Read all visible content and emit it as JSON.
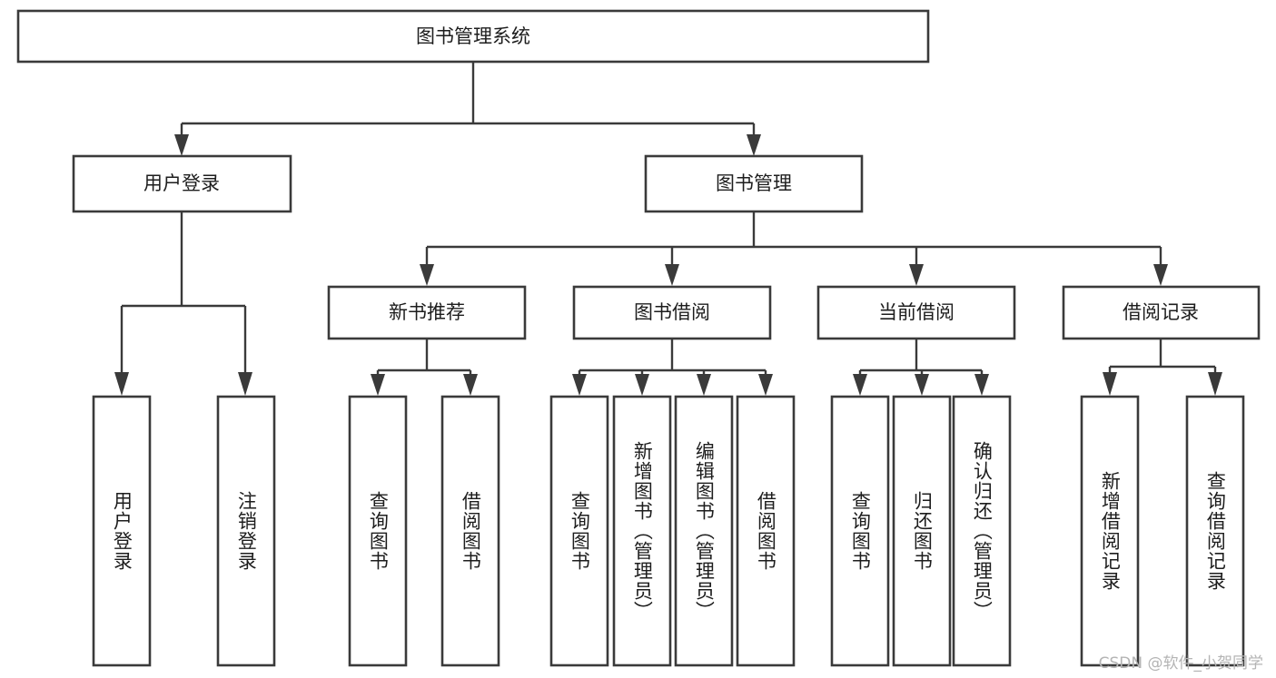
{
  "diagram": {
    "type": "hierarchy-tree",
    "title": "图书管理系统",
    "watermark": "CSDN @软件_小贺同学",
    "colors": {
      "box_stroke": "#3a3a3a",
      "box_fill": "#ffffff",
      "connector": "#3a3a3a",
      "text": "#1d1d1d",
      "watermark": "#b4b4b4",
      "background": "#ffffff"
    },
    "root": {
      "label": "图书管理系统"
    },
    "level2": [
      {
        "label": "用户登录"
      },
      {
        "label": "图书管理"
      }
    ],
    "level3": [
      {
        "label": "新书推荐"
      },
      {
        "label": "图书借阅"
      },
      {
        "label": "当前借阅"
      },
      {
        "label": "借阅记录"
      }
    ],
    "leaves": {
      "user_login": [
        {
          "label": "用户登录"
        },
        {
          "label": "注销登录"
        }
      ],
      "new_book_recommend": [
        {
          "label": "查询图书"
        },
        {
          "label": "借阅图书"
        }
      ],
      "book_borrow": [
        {
          "label": "查询图书"
        },
        {
          "label": "新增图书（管理员）"
        },
        {
          "label": "编辑图书（管理员）"
        },
        {
          "label": "借阅图书"
        }
      ],
      "current_borrow": [
        {
          "label": "查询图书"
        },
        {
          "label": "归还图书"
        },
        {
          "label": "确认归还（管理员）"
        }
      ],
      "borrow_records": [
        {
          "label": "新增借阅记录"
        },
        {
          "label": "查询借阅记录"
        }
      ]
    }
  }
}
